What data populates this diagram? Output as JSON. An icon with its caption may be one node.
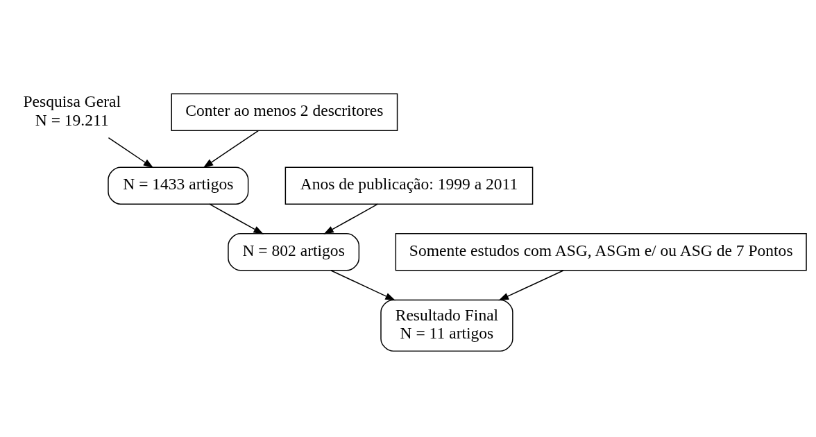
{
  "diagram": {
    "nodes": [
      {
        "text": [
          "Pesquisa Geral",
          "N = 19.211"
        ]
      },
      {
        "text": [
          "Conter ao menos 2 descritores"
        ]
      },
      {
        "text": [
          "N = 1433 artigos"
        ]
      },
      {
        "text": [
          "Anos de publicação: 1999 a 2011"
        ]
      },
      {
        "text": [
          "N = 802 artigos"
        ]
      },
      {
        "text": [
          "Somente estudos com ASG, ASGm e/ ou ASG de 7 Pontos"
        ]
      },
      {
        "text": [
          "Resultado Final",
          "N = 11 artigos"
        ]
      }
    ],
    "edges": [
      {
        "from": 0,
        "to": 2,
        "arrow": "to"
      },
      {
        "from": 1,
        "to": 2,
        "arrow": "to"
      },
      {
        "from": 2,
        "to": 4,
        "arrow": "to"
      },
      {
        "from": 3,
        "to": 4,
        "arrow": "to"
      },
      {
        "from": 4,
        "to": 6,
        "arrow": "to"
      },
      {
        "from": 5,
        "to": 6,
        "arrow": "to"
      }
    ]
  }
}
